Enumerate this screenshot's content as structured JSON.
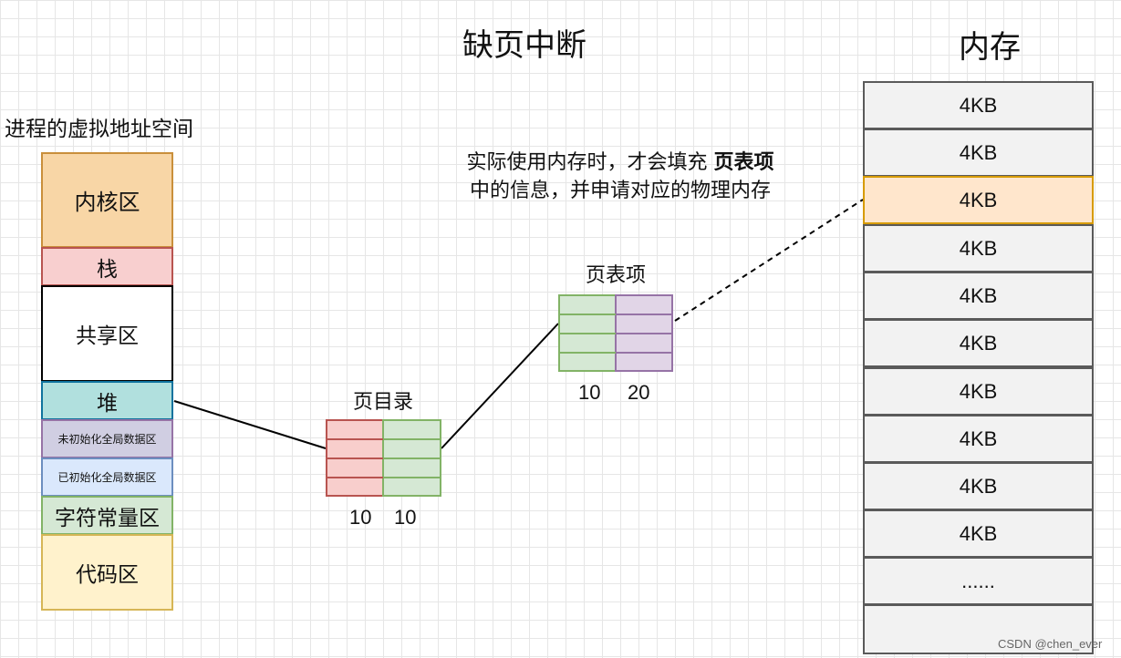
{
  "titles": {
    "main": "缺页中断",
    "memory": "内存"
  },
  "address_space": {
    "caption": "进程的虚拟地址空间",
    "segments": [
      {
        "label": "内核区",
        "fill": "#f8d6a6",
        "stroke": "#c98f3b"
      },
      {
        "label": "栈",
        "fill": "#f8cfcf",
        "stroke": "#b85450"
      },
      {
        "label": "共享区",
        "fill": "#ffffff",
        "stroke": "#000000"
      },
      {
        "label": "堆",
        "fill": "#b1e0de",
        "stroke": "#10739e"
      },
      {
        "label": "未初始化全局数据区",
        "fill": "#d0cee2",
        "stroke": "#9673a6"
      },
      {
        "label": "已初始化全局数据区",
        "fill": "#dae8fc",
        "stroke": "#6c8ebf"
      },
      {
        "label": "字符常量区",
        "fill": "#d5e8d4",
        "stroke": "#82b366"
      },
      {
        "label": "代码区",
        "fill": "#fff2cc",
        "stroke": "#d6b656"
      }
    ]
  },
  "page_directory": {
    "label": "页目录",
    "bits": [
      "10",
      "10"
    ]
  },
  "page_table_entry": {
    "label": "页表项",
    "bits": [
      "10",
      "20"
    ]
  },
  "note": {
    "line1": "实际使用内存时，才会填充 ",
    "line1_bold": "页表项",
    "line2": "中的信息，并申请对应的物理内存"
  },
  "memory": {
    "cells": [
      "4KB",
      "4KB",
      "4KB",
      "4KB",
      "4KB",
      "4KB",
      "4KB",
      "4KB",
      "4KB",
      "4KB",
      "......",
      ""
    ],
    "highlight_index": 2,
    "highlight_fill": "#ffe6cc",
    "highlight_stroke": "#d79b00"
  },
  "watermark": "CSDN @chen_ever"
}
